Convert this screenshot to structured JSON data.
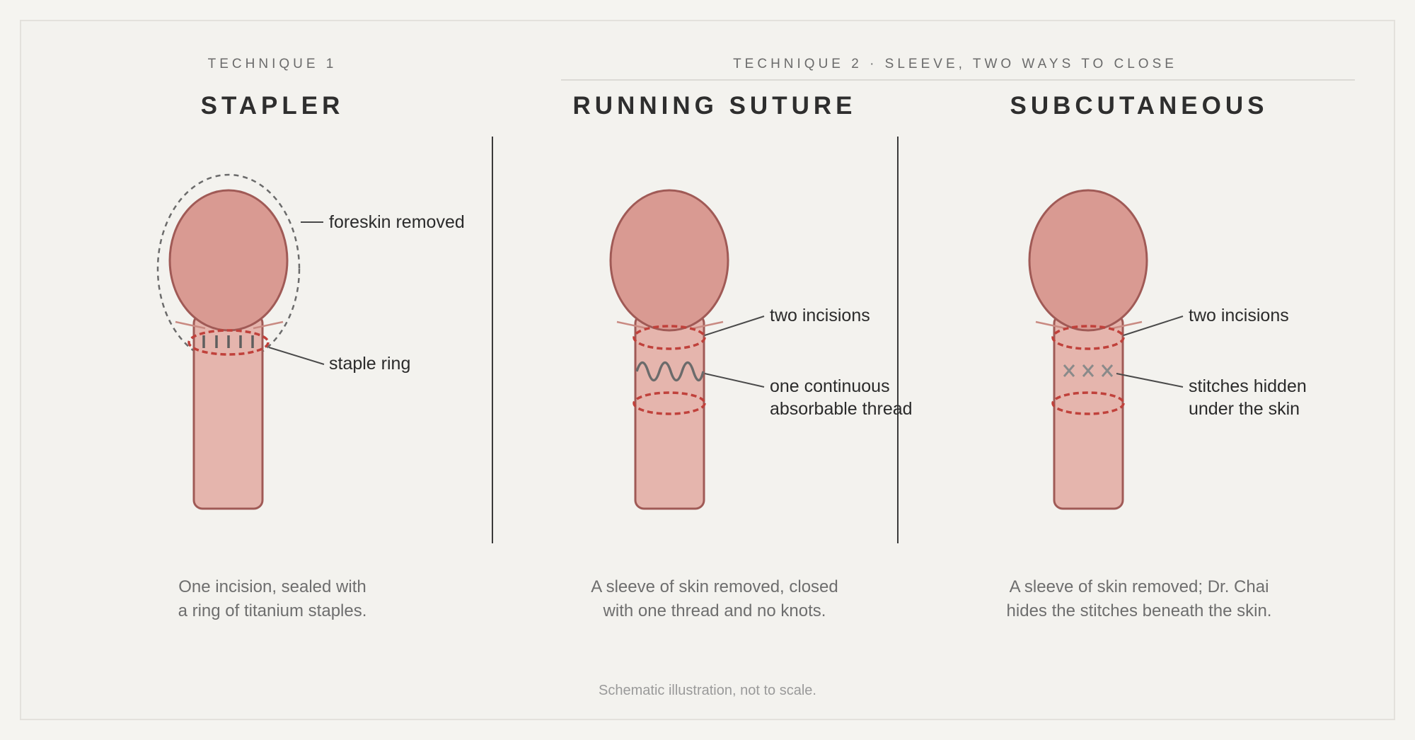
{
  "technique1": {
    "heading": "TECHNIQUE 1",
    "title": "STAPLER",
    "labels": [
      "foreskin removed",
      "staple ring"
    ],
    "caption_lines": [
      "One incision, sealed with",
      "a ring of titanium staples."
    ]
  },
  "technique2": {
    "heading": "TECHNIQUE 2 · SLEEVE, TWO WAYS TO CLOSE",
    "running": {
      "title": "RUNNING SUTURE",
      "labels": [
        "two incisions",
        "one continuous",
        "absorbable thread"
      ],
      "caption_lines": [
        "A sleeve of skin removed, closed",
        "with one thread and no knots."
      ]
    },
    "subcutaneous": {
      "title": "SUBCUTANEOUS",
      "labels": [
        "two incisions",
        "stitches hidden",
        "under the skin"
      ],
      "caption_lines": [
        "A sleeve of skin removed; Dr. Chai",
        "hides the stitches beneath the skin."
      ]
    }
  },
  "footnote": "Schematic illustration, not to scale.",
  "colors": {
    "head_fill": "#d99a92",
    "shaft_fill": "#e5b5ad",
    "outline": "#a05a56",
    "incision": "#c0413b",
    "stitch": "#6b6b6b"
  }
}
